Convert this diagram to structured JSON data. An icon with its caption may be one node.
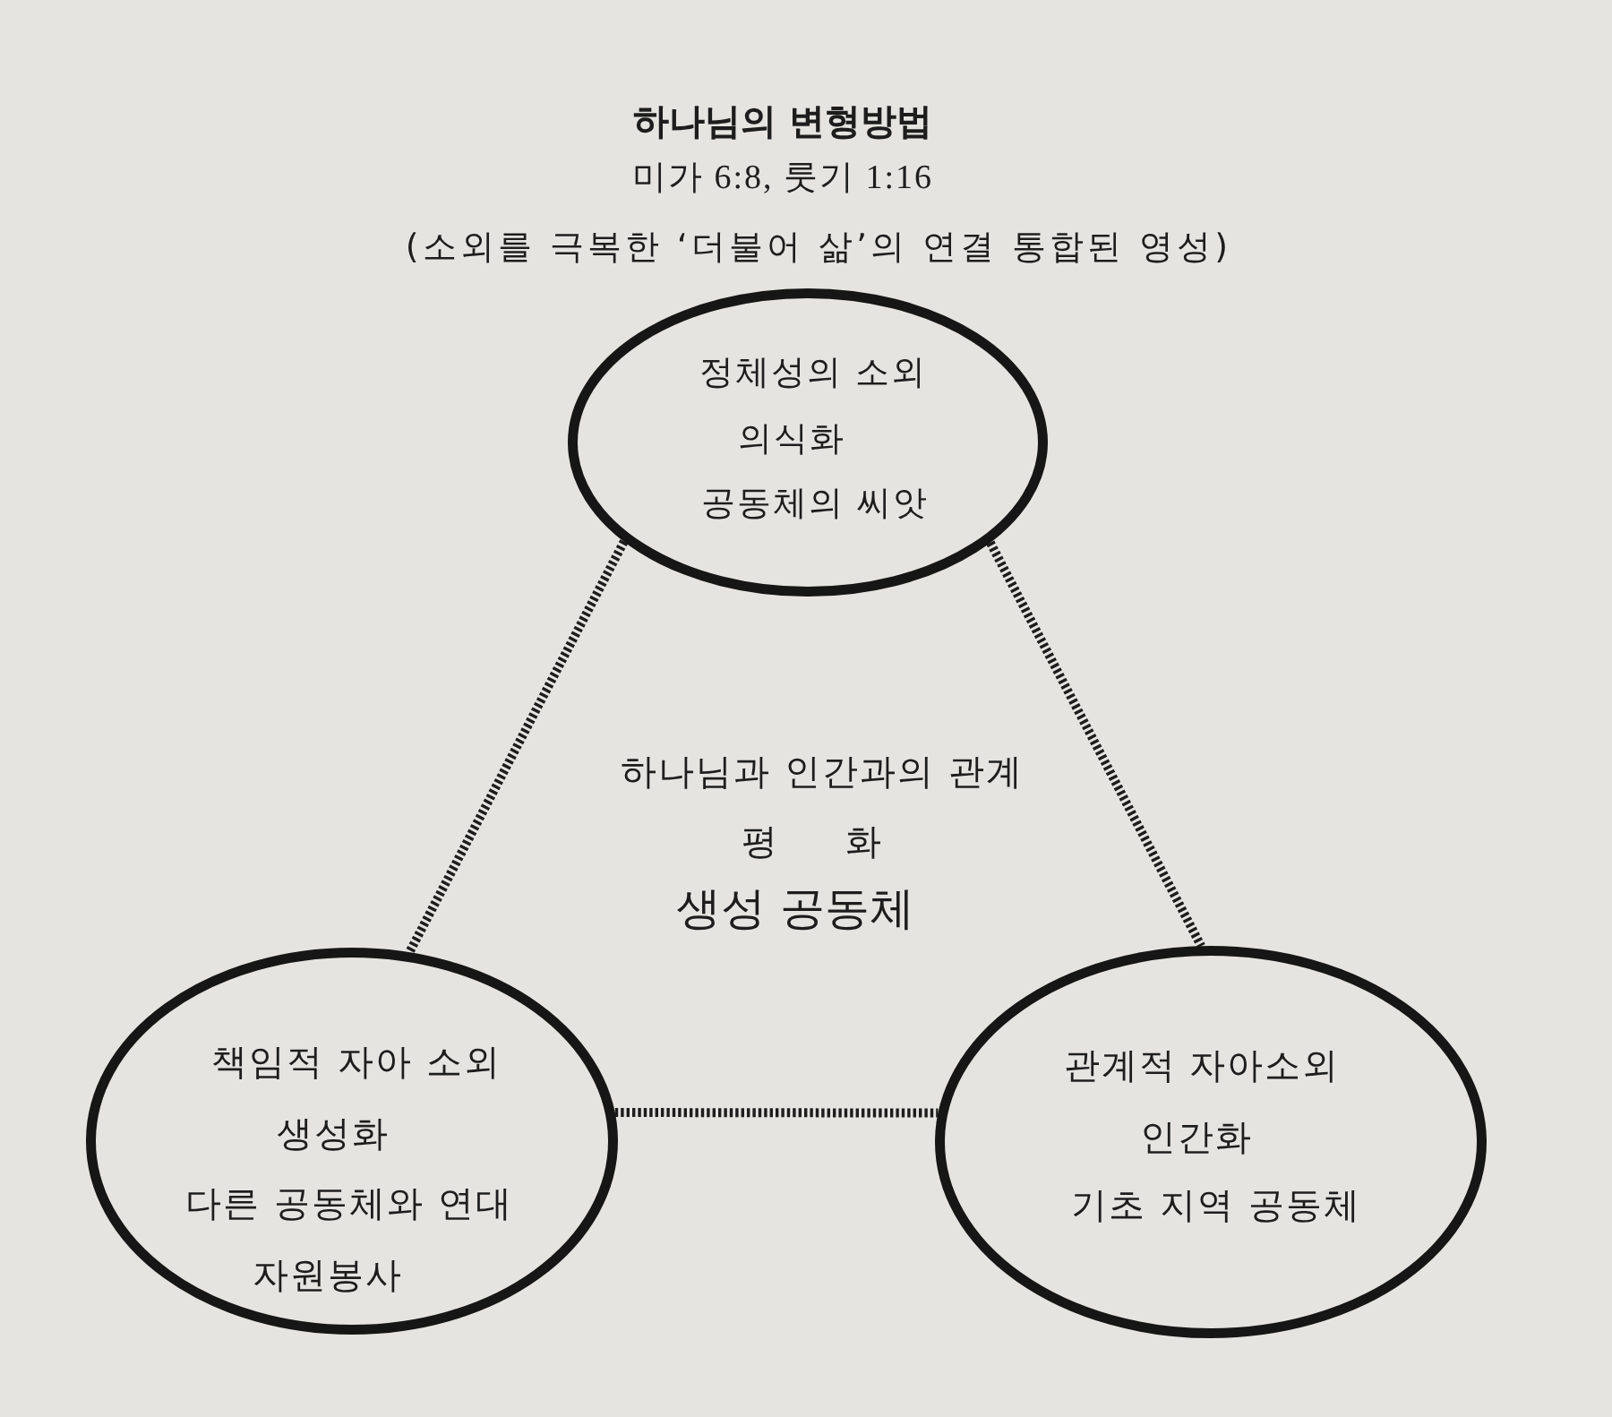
{
  "diagram": {
    "title": "하나님의 변형방법",
    "nodes": [
      {
        "text": [
          "정체성의 소외",
          "의식화",
          "공동체의 씨앗"
        ]
      },
      {
        "text": [
          "책임적 자아 소외",
          "생성화",
          "다른 공동체와 연대",
          "자원봉사"
        ]
      },
      {
        "text": [
          "관계적 자아소외",
          "인간화",
          "기초 지역 공동체"
        ]
      }
    ],
    "edges": [
      {
        "from": 0,
        "to": 1,
        "arrow": "none"
      },
      {
        "from": 0,
        "to": 2,
        "arrow": "none"
      },
      {
        "from": 1,
        "to": 2,
        "arrow": "none"
      }
    ],
    "labels": [
      "미가 6:8, 룻기 1:16",
      "(소외를 극복한 ‘더불어 삶’의 연결 통합된 영성)",
      "하나님과 인간과의 관계",
      "평 화",
      "생성 공동체"
    ]
  }
}
